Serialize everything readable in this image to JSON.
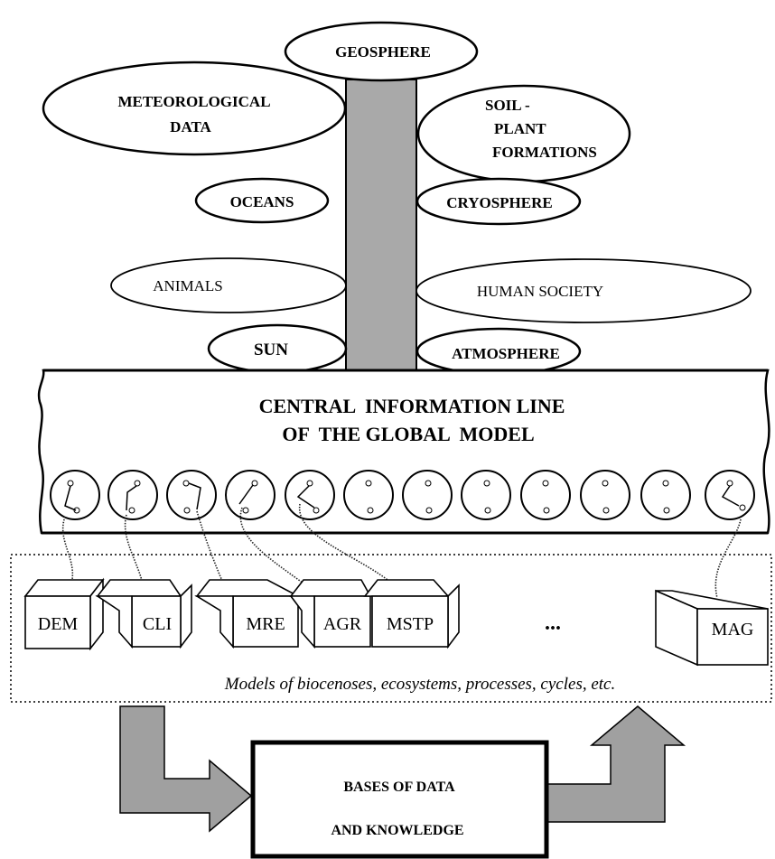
{
  "nodes": {
    "geosphere": "GEOSPHERE",
    "meteo_line1": "METEOROLOGICAL",
    "meteo_line2": "DATA",
    "soil_line1": "SOIL -",
    "soil_line2": "PLANT",
    "soil_line3": "FORMATIONS",
    "oceans": "OCEANS",
    "cryosphere": "CRYOSPHERE",
    "animals": "ANIMALS",
    "human_society": "HUMAN SOCIETY",
    "sun": "SUN",
    "atmosphere": "ATMOSPHERE"
  },
  "central_line": {
    "line1": "CENTRAL  INFORMATION LINE",
    "line2": "OF  THE GLOBAL  MODEL"
  },
  "models": {
    "boxes": [
      "DEM",
      "CLI",
      "MRE",
      "AGR",
      "MSTP"
    ],
    "ellipsis": "...",
    "last_box": "MAG",
    "caption": "Models of biocenoses, ecosystems, processes, cycles, etc."
  },
  "bases": {
    "line1": "BASES OF DATA",
    "line2": "AND KNOWLEDGE"
  },
  "colors": {
    "trunk": "#a9a9a9",
    "arrow": "#a0a0a0"
  }
}
